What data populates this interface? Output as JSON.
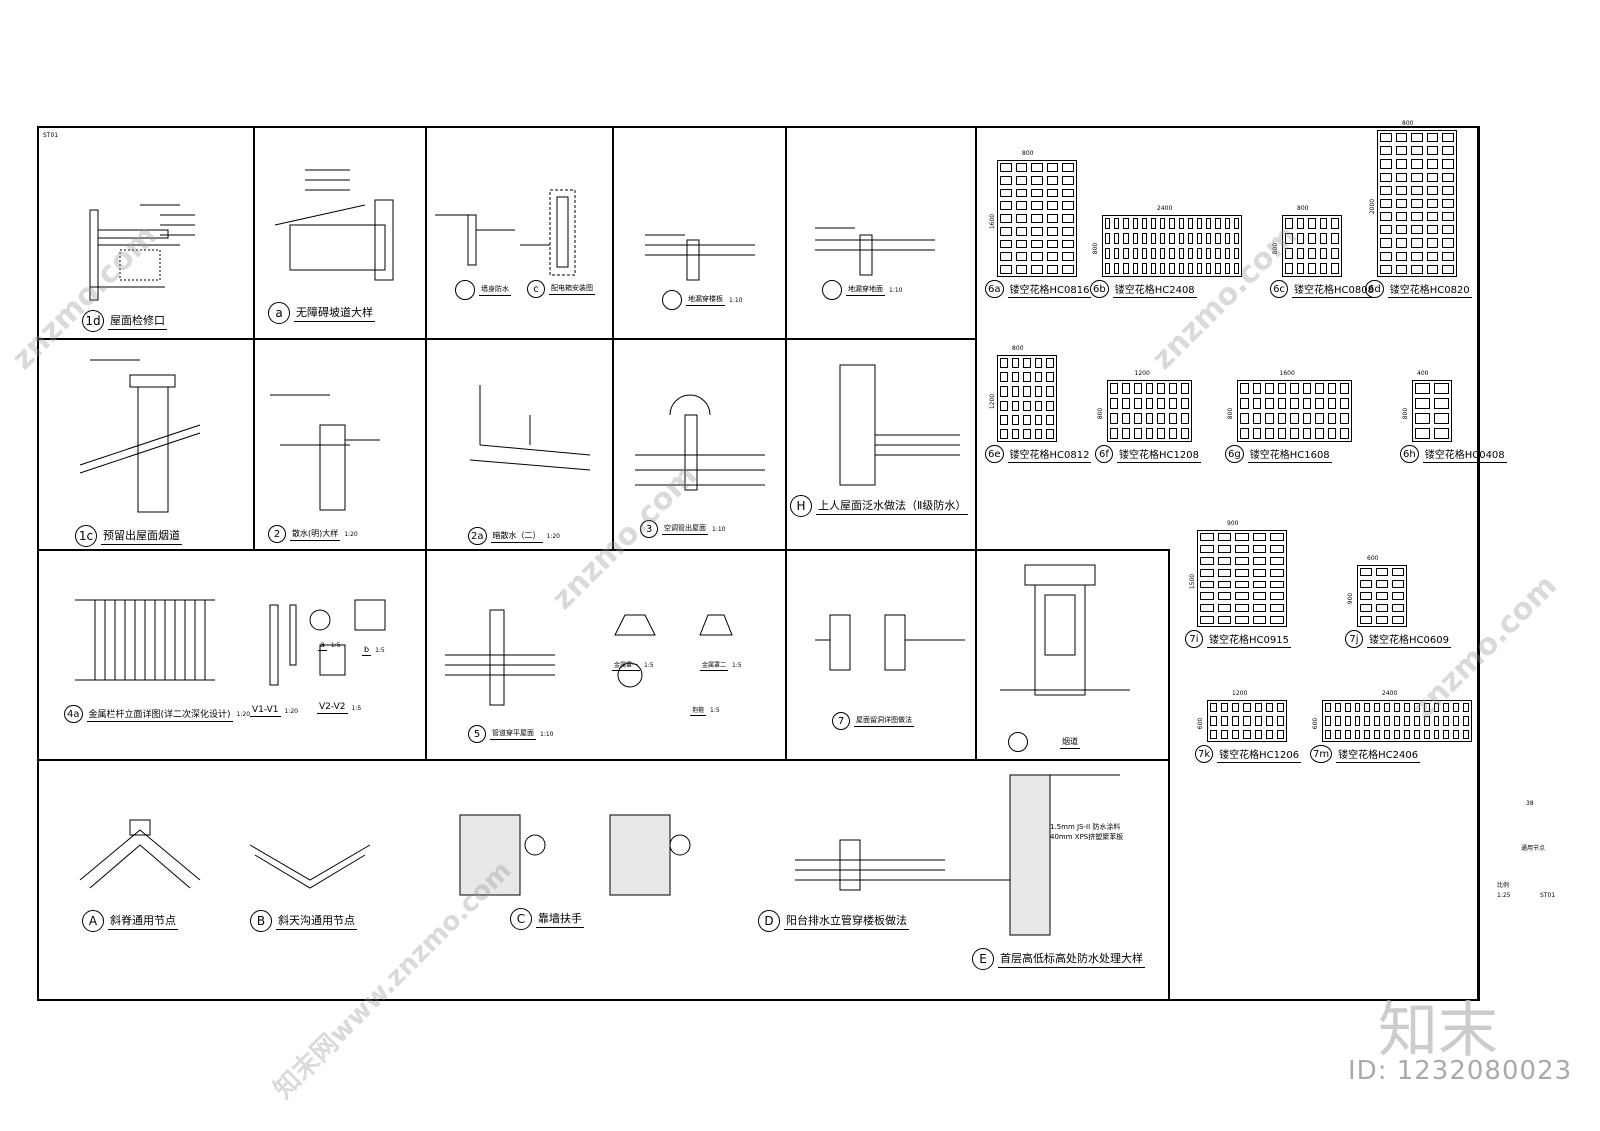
{
  "sheet_code": "ST01",
  "details": {
    "d1d": {
      "tag": "1d",
      "label": "屋面检修口"
    },
    "da": {
      "tag": "a",
      "label": "无障碍坡道大样"
    },
    "dwater": {
      "label": "墙身防水"
    },
    "dc": {
      "tag": "c",
      "label": "配电箱安装图"
    },
    "dpipe1": {
      "label": "地漏穿楼板",
      "scale": "1:10"
    },
    "dpipe2": {
      "label": "地漏穿地面",
      "scale": "1:10"
    },
    "d1c": {
      "tag": "1c",
      "label": "预留出屋面烟道"
    },
    "d2": {
      "tag": "2",
      "label": "散水(明)大样",
      "scale": "1:20"
    },
    "d2a": {
      "tag": "2a",
      "label": "暗散水（二）",
      "scale": "1:20"
    },
    "d3": {
      "tag": "3",
      "label": "空调管出屋面",
      "scale": "1:10"
    },
    "dH": {
      "tag": "H",
      "label": "上人屋面泛水做法（Ⅱ级防水）"
    },
    "d4a": {
      "tag": "4a",
      "label": "金属栏杆立面详图(详二次深化设计)",
      "scale": "1:20"
    },
    "dV1": {
      "label": "V1-V1",
      "scale": "1:20"
    },
    "dV2": {
      "label": "V2-V2",
      "scale": "1:5"
    },
    "d4a_a": {
      "label": "a",
      "scale": "1:5"
    },
    "d4a_b": {
      "label": "b",
      "scale": "1:5"
    },
    "d5": {
      "tag": "5",
      "label": "管道穿平屋面",
      "scale": "1:10"
    },
    "d5_1": {
      "label": "金属罩一",
      "scale": "1:5"
    },
    "d5_2": {
      "label": "金属罩二",
      "scale": "1:5"
    },
    "d5_3": {
      "label": "抱箍",
      "scale": "1:5"
    },
    "d7": {
      "tag": "7",
      "label": "屋面留洞详图做法"
    },
    "dflue": {
      "label": "烟道"
    },
    "dA": {
      "tag": "A",
      "label": "斜脊通用节点"
    },
    "dB": {
      "tag": "B",
      "label": "斜天沟通用节点"
    },
    "dC": {
      "tag": "C",
      "label": "靠墙扶手"
    },
    "dD": {
      "tag": "D",
      "label": "阳台排水立管穿楼板做法"
    },
    "dE": {
      "tag": "E",
      "label": "首层高低标高处防水处理大样"
    },
    "dE_notes": [
      "1.5mm JS-II 防水涂料",
      "40mm XPS挤塑聚苯板"
    ]
  },
  "lattices": [
    {
      "tag": "6a",
      "label": "镂空花格HC0816",
      "cols": 5,
      "rows": 9,
      "dim": "800",
      "hdim": "1600"
    },
    {
      "tag": "6b",
      "label": "镂空花格HC2408",
      "cols": 15,
      "rows": 4,
      "dim": "2400",
      "hdim": "800"
    },
    {
      "tag": "6c",
      "label": "镂空花格HC0808",
      "cols": 5,
      "rows": 4,
      "dim": "800",
      "hdim": "800"
    },
    {
      "tag": "6d",
      "label": "镂空花格HC0820",
      "cols": 5,
      "rows": 11,
      "dim": "800",
      "hdim": "2000"
    },
    {
      "tag": "6e",
      "label": "镂空花格HC0812",
      "cols": 5,
      "rows": 6,
      "dim": "800",
      "hdim": "1200"
    },
    {
      "tag": "6f",
      "label": "镂空花格HC1208",
      "cols": 7,
      "rows": 4,
      "dim": "1200",
      "hdim": "800"
    },
    {
      "tag": "6g",
      "label": "镂空花格HC1608",
      "cols": 9,
      "rows": 4,
      "dim": "1600",
      "hdim": "800"
    },
    {
      "tag": "6h",
      "label": "镂空花格HC0408",
      "cols": 2,
      "rows": 4,
      "dim": "400",
      "hdim": "800"
    },
    {
      "tag": "7i",
      "label": "镂空花格HC0915",
      "cols": 5,
      "rows": 8,
      "dim": "900",
      "hdim": "1500"
    },
    {
      "tag": "7j",
      "label": "镂空花格HC0609",
      "cols": 3,
      "rows": 5,
      "dim": "600",
      "hdim": "900"
    },
    {
      "tag": "7k",
      "label": "镂空花格HC1206",
      "cols": 7,
      "rows": 3,
      "dim": "1200",
      "hdim": "600"
    },
    {
      "tag": "7m",
      "label": "镂空花格HC2406",
      "cols": 15,
      "rows": 3,
      "dim": "2400",
      "hdim": "600"
    }
  ],
  "title_block": {
    "sheet_no": "38",
    "title": "通用节点",
    "scale_label": "比例",
    "scale": "1:25",
    "code": "ST01"
  },
  "watermark": "znzmo.com",
  "watermark_cn": "知末网www.znzmo.com",
  "brand": "知末",
  "image_id": "ID: 1232080023"
}
